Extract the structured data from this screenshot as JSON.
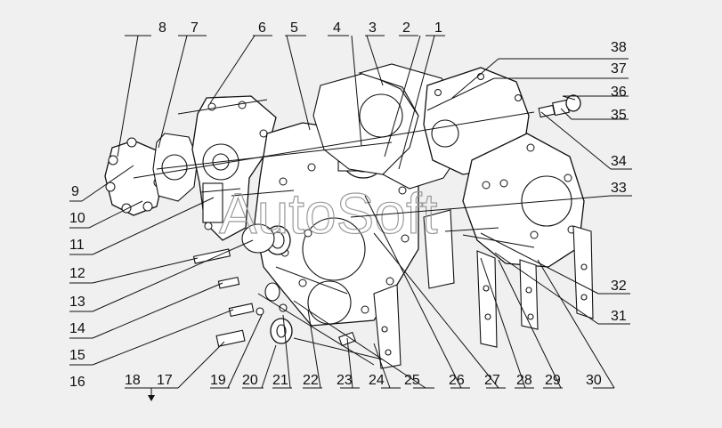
{
  "watermark": "AutoSoft",
  "colors": {
    "background": "#f0f0f0",
    "line": "#111111",
    "watermark": "#9a9a9a"
  },
  "callouts": {
    "c1": "1",
    "c2": "2",
    "c3": "3",
    "c4": "4",
    "c5": "5",
    "c6": "6",
    "c7": "7",
    "c8": "8",
    "c9": "9",
    "c10": "10",
    "c11": "11",
    "c12": "12",
    "c13": "13",
    "c14": "14",
    "c15": "15",
    "c16": "16",
    "c17": "17",
    "c18": "18",
    "c19": "19",
    "c20": "20",
    "c21": "21",
    "c22": "22",
    "c23": "23",
    "c24": "24",
    "c25": "25",
    "c26": "26",
    "c27": "27",
    "c28": "28",
    "c29": "29",
    "c30": "30",
    "c31": "31",
    "c32": "32",
    "c33": "33",
    "c34": "34",
    "c35": "35",
    "c36": "36",
    "c37": "37",
    "c38": "38"
  }
}
